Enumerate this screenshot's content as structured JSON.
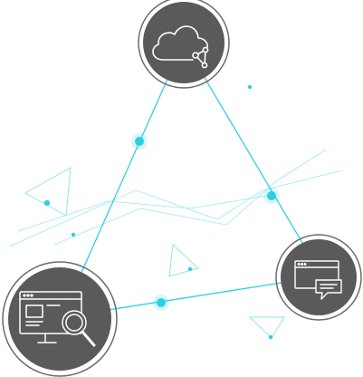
{
  "palette": {
    "background": "#ffffff",
    "node_fill": "#5a5a5a",
    "node_ring": "#6b6b6b",
    "icon_stroke": "#ffffff",
    "accent": "#2ecfe3",
    "accent_light": "#8fe6f0"
  },
  "nodes": [
    {
      "id": "cloud",
      "icon": "cloud-network-icon"
    },
    {
      "id": "browser-chat",
      "icon": "browser-chat-icon"
    },
    {
      "id": "monitor-search",
      "icon": "monitor-search-icon"
    }
  ],
  "edges": [
    {
      "from": "cloud",
      "to": "browser-chat"
    },
    {
      "from": "cloud",
      "to": "monitor-search"
    },
    {
      "from": "monitor-search",
      "to": "browser-chat"
    }
  ]
}
